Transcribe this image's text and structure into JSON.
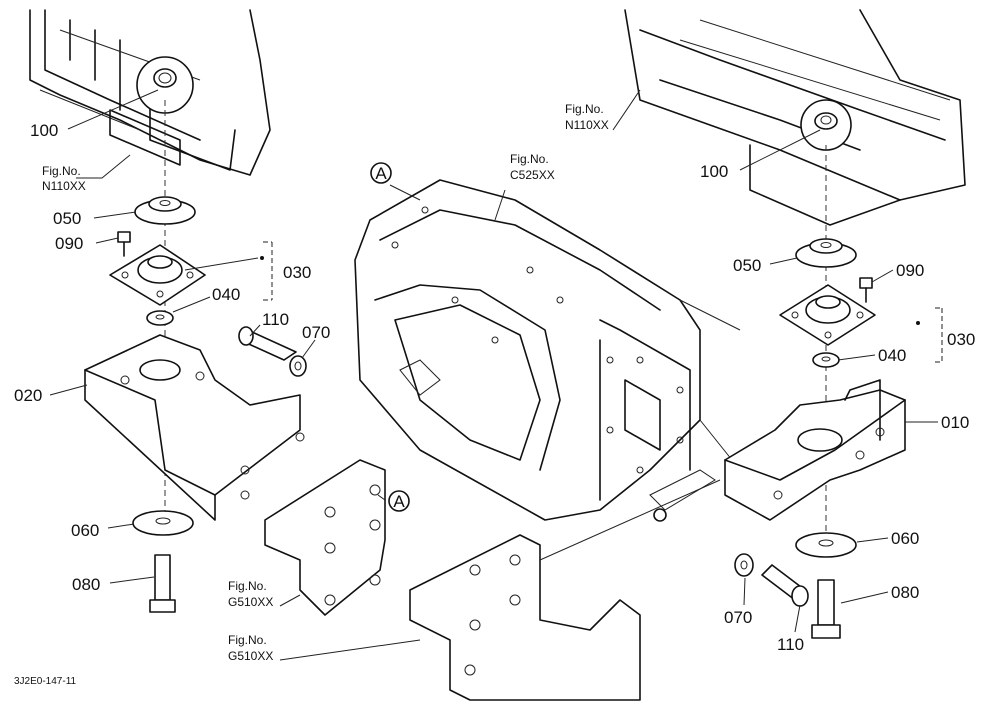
{
  "callouts": {
    "l100": "100",
    "l050": "050",
    "l090": "090",
    "l030": "030",
    "l040": "040",
    "l110": "110",
    "l070": "070",
    "l020": "020",
    "l060": "060",
    "l080": "080",
    "r100": "100",
    "r050": "050",
    "r090": "090",
    "r030": "030",
    "r040": "040",
    "r010": "010",
    "r060": "060",
    "r070": "070",
    "r110": "110",
    "r080": "080"
  },
  "views": {
    "a1": "A",
    "a2": "A"
  },
  "figrefs": {
    "n110_left": {
      "line1": "Fig.No.",
      "line2": "N110XX"
    },
    "n110_right": {
      "line1": "Fig.No.",
      "line2": "N110XX"
    },
    "c525": {
      "line1": "Fig.No.",
      "line2": "C525XX"
    },
    "g510_upper": {
      "line1": "Fig.No.",
      "line2": "G510XX"
    },
    "g510_lower": {
      "line1": "Fig.No.",
      "line2": "G510XX"
    }
  },
  "drawing_code": "3J2E0-147-11"
}
